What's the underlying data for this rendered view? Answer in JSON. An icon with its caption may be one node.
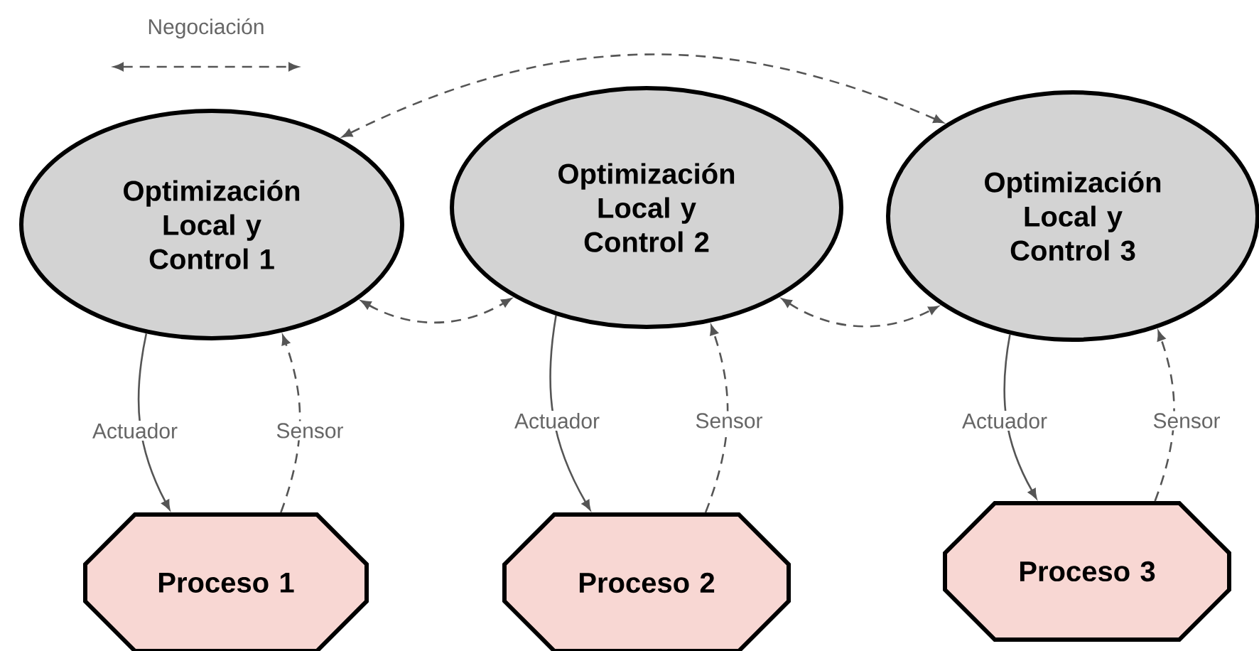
{
  "diagram": {
    "nodes": [
      {
        "text": [
          "Optimización Local y Control 1"
        ]
      },
      {
        "text": [
          "Optimización Local y Control 2"
        ]
      },
      {
        "text": [
          "Optimización Local y Control 3"
        ]
      },
      {
        "text": [
          "Proceso 1"
        ]
      },
      {
        "text": [
          "Proceso 2"
        ]
      },
      {
        "text": [
          "Proceso 3"
        ]
      }
    ],
    "edges": [
      {
        "from": 0,
        "to": 2,
        "arrow": "both",
        "style": "dashed"
      },
      {
        "from": 0,
        "to": 1,
        "arrow": "both",
        "style": "dashed"
      },
      {
        "from": 1,
        "to": 2,
        "arrow": "both",
        "style": "dashed"
      },
      {
        "from": 0,
        "to": 3,
        "arrow": "to",
        "label": "Actuador"
      },
      {
        "from": 3,
        "to": 0,
        "arrow": "to",
        "label": "Sensor",
        "style": "dashed"
      },
      {
        "from": 1,
        "to": 4,
        "arrow": "to",
        "label": "Actuador"
      },
      {
        "from": 4,
        "to": 1,
        "arrow": "to",
        "label": "Sensor",
        "style": "dashed"
      },
      {
        "from": 2,
        "to": 5,
        "arrow": "to",
        "label": "Actuador"
      },
      {
        "from": 5,
        "to": 2,
        "arrow": "to",
        "label": "Sensor",
        "style": "dashed"
      }
    ],
    "legend": [
      {
        "text": "Negociación"
      }
    ]
  }
}
